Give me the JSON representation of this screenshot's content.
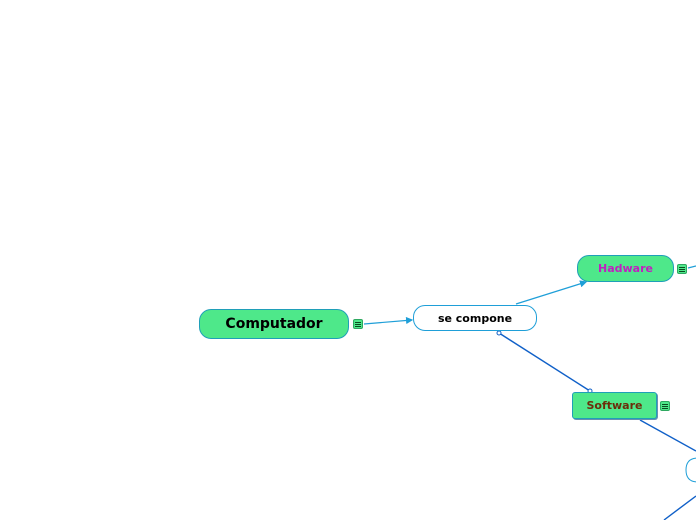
{
  "nodes": {
    "computador": {
      "label": "Computador",
      "text_color": "#000000"
    },
    "se_compone": {
      "label": "se compone",
      "text_color": "#000000"
    },
    "hadware": {
      "label": "Hadware",
      "text_color": "#c020c0"
    },
    "software": {
      "label": "Software",
      "text_color": "#6b2d0a"
    }
  },
  "colors": {
    "node_fill": "#4ee88a",
    "link_light": "#1f9fd8",
    "link_dark": "#1060c8"
  },
  "icons": {
    "note": "note-icon"
  }
}
